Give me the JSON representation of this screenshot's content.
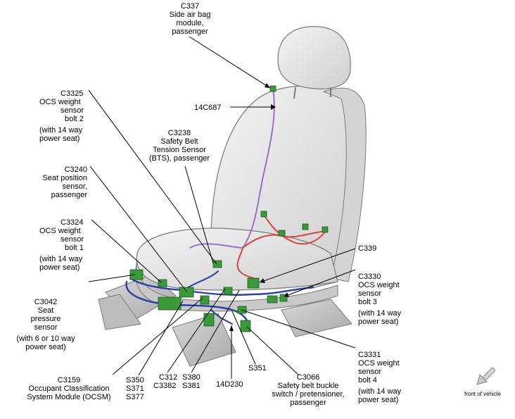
{
  "callouts": {
    "c337": [
      "C337",
      "Side air bag",
      "module,",
      "passenger"
    ],
    "c14c687": [
      "14C687"
    ],
    "c3325": [
      "C3325",
      "OCS weight",
      "sensor",
      "bolt 2",
      "(with 14 way",
      "power seat)"
    ],
    "c3238": [
      "C3238",
      "Safety Belt",
      "Tension Sensor",
      "(BTS), passenger"
    ],
    "c3240": [
      "C3240",
      "Seat position",
      "sensor,",
      "passenger"
    ],
    "c3324": [
      "C3324",
      "OCS weight",
      "sensor",
      "bolt 1",
      "(with 14 way",
      "power seat)"
    ],
    "c339": [
      "C339"
    ],
    "c3330": [
      "C3330",
      "OCS weight",
      "sensor",
      "bolt 3",
      "(with 14 way",
      "power seat)"
    ],
    "c3042": [
      "C3042",
      "Seat",
      "pressure",
      "sensor",
      "(with 6 or 10 way",
      "power seat)"
    ],
    "c3331": [
      "C3331",
      "OCS weight",
      "sensor",
      "bolt 4",
      "(with 14 way",
      "power seat)"
    ],
    "c3159": [
      "C3159",
      "Occupant Classification",
      "System Module (OCSM)"
    ],
    "s350": [
      "S350",
      "S371",
      "S377"
    ],
    "c312": [
      "C312",
      "C3382"
    ],
    "s380": [
      "S380",
      "S381"
    ],
    "d14d230": [
      "14D230"
    ],
    "s351": [
      "S351"
    ],
    "c3066": [
      "C3066",
      "Safety belt buckle",
      "switch / pretensioner,",
      "passenger"
    ]
  },
  "front_of_vehicle": "front of vehicle",
  "colors": {
    "seat_fill": "#e6e6e6",
    "seat_stroke": "#7a7a7a",
    "harness_blue": "#2a3fa8",
    "harness_red": "#d9453a",
    "harness_purple": "#9b6fd0",
    "connector_green": "#3a9a3a",
    "arrow_grey": "#c8c8c8"
  }
}
